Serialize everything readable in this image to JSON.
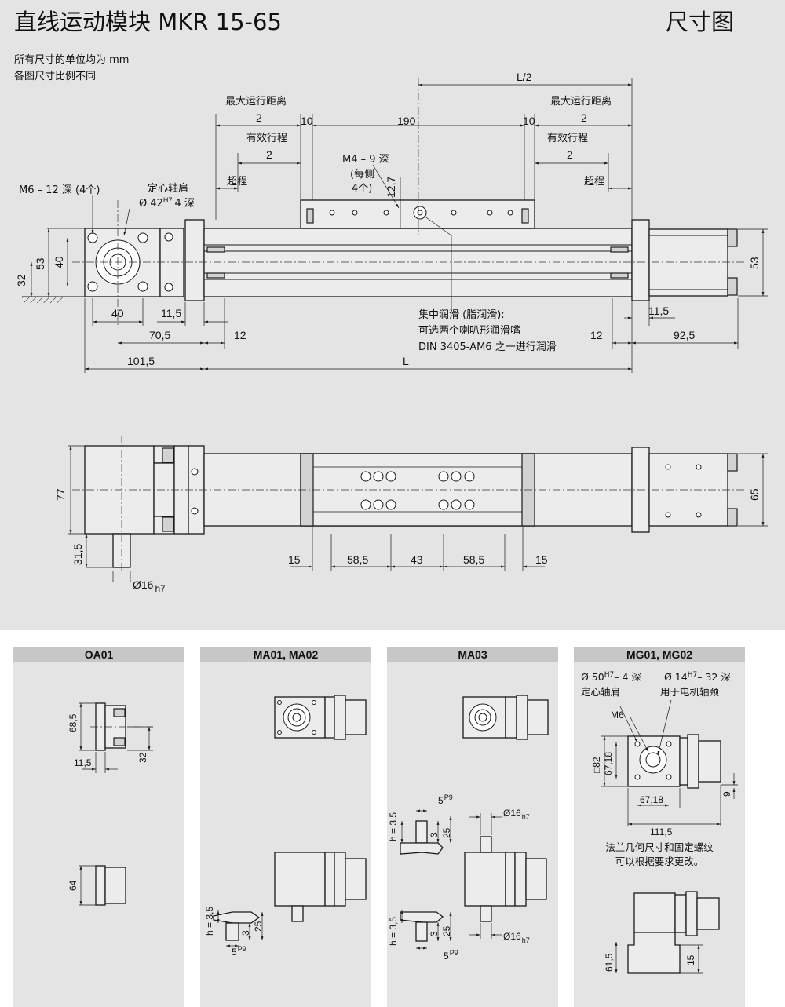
{
  "header": {
    "title": "直线运动模块 MKR 15-65",
    "right_title": "尺寸图"
  },
  "notes": {
    "line1": "所有尺寸的单位均为 mm",
    "line2": "各图尺寸比例不同"
  },
  "side_view": {
    "labels": {
      "max_travel_left": "最大运行距离",
      "max_travel_right": "最大运行距离",
      "half_left": "2",
      "half_right": "2",
      "effective_left": "有效行程",
      "effective_right": "有效行程",
      "eff_half_left": "2",
      "eff_half_right": "2",
      "overtravel_left": "超程",
      "overtravel_right": "超程",
      "l_half": "L/2",
      "d190": "190",
      "d10_left": "10",
      "d10_right": "10",
      "m4": "M4 – 9 深",
      "m4_each": "(每侧",
      "m4_count": "4个)",
      "d12_7": "12,7",
      "m6": "M6 – 12 深 (4个)",
      "centering": "定心轴肩",
      "d42": "Ø 42",
      "d42_tol": "H7",
      "d42_depth": "4 深",
      "d53_left": "53",
      "d40_v": "40",
      "d32": "32",
      "d53_right": "53",
      "d40_h": "40",
      "d11_5_left": "11,5",
      "d70_5": "70,5",
      "d12_left": "12",
      "d101_5": "101,5",
      "dL": "L",
      "d12_right": "12",
      "d11_5_right": "11,5",
      "d92_5": "92,5",
      "lube1": "集中润滑 (脂润滑):",
      "lube2": "可选两个喇叭形润滑嘴",
      "lube3": "DIN 3405-AM6 之一进行润滑"
    }
  },
  "top_view": {
    "labels": {
      "d77": "77",
      "d65": "65",
      "d31_5": "31,5",
      "d16": "Ø16",
      "d16_tol": "h7",
      "d15_left": "15",
      "d58_5_left": "58,5",
      "d43": "43",
      "d58_5_right": "58,5",
      "d15_right": "15"
    }
  },
  "panels": [
    {
      "title": "OA01",
      "labels": {
        "d68_5": "68,5",
        "d11_5": "11,5",
        "d32": "32",
        "d64": "64"
      }
    },
    {
      "title": "MA01, MA02",
      "labels": {
        "h": "h = 3,5",
        "d5": "5",
        "d5_tol": "P9",
        "d3": "3",
        "d25": "25"
      }
    },
    {
      "title": "MA03",
      "labels": {
        "h_top": "h = 3,5",
        "d5_top": "5",
        "d5_top_tol": "P9",
        "d3_top": "3",
        "d25_top": "25",
        "d16_top": "Ø16",
        "d16_top_tol": "h7",
        "h_bot": "h = 3,5",
        "d3_bot": "3",
        "d25_bot": "25",
        "d16_bot": "Ø16",
        "d16_bot_tol": "h7",
        "d5_bot": "5",
        "d5_bot_tol": "P9"
      }
    },
    {
      "title": "MG01, MG02",
      "labels": {
        "d50": "Ø 50",
        "d50_tol": "H7",
        "d50_depth": "– 4 深",
        "centering": "定心轴肩",
        "d14": "Ø 14",
        "d14_tol": "H7",
        "d14_depth": "– 32 深",
        "motor": "用于电机轴颈",
        "m6": "M6",
        "d82": "□82",
        "d67_18_v": "67,18",
        "d67_18_h": "67,18",
        "d111_5": "111,5",
        "d9": "9",
        "note1": "法兰几何尺寸和固定螺纹",
        "note2": "可以根据要求更改。",
        "d61_5": "61,5",
        "d15": "15"
      }
    }
  ]
}
